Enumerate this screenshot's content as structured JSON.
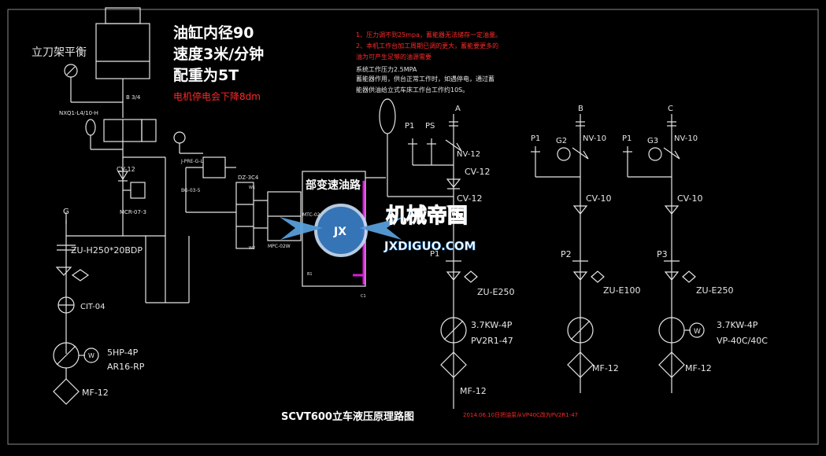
{
  "colors": {
    "background": "#000000",
    "line": "#e6e6e6",
    "red": "#ff2a2a",
    "magenta": "#d81bd8",
    "watermark_blue": "#2a86d6"
  },
  "header": {
    "balance_title": "立刀架平衡",
    "cylinder_bore": "油缸内径90",
    "speed": "速度3米/分钟",
    "counterweight": "配重为5T",
    "motor_note": "电机停电会下降8dm"
  },
  "notes": {
    "note1": "1、压力调不到25mpa，蓄能器无法储存一定油量。",
    "note2": "2、本机工作台加工周期已调的更大，蓄能要更多的",
    "note3": "油为可产生足够的油源需要",
    "note4": "系统工作压力2.5MPA",
    "note5": "蓄能器作用，供台正常工作时，如遇停电，通过蓄",
    "note6": "能器供油给立式车床工作台工作约10S。"
  },
  "left_circuit": {
    "b34": "B 3/4",
    "nxq": "NXQ1-L4/10-H",
    "cv12": "CV-12",
    "mcr": "MCR-07-3",
    "g": "G",
    "filter": "ZU-H250*20BDP",
    "cit": "CIT-04",
    "motor": "5HP-4P",
    "pump": "AR16-RP",
    "mf": "MF-12",
    "small1": "J-PRE-G-L",
    "small2": "BG-03-5",
    "dz": "DZ-3C4",
    "w1": "W1",
    "w2": "W2",
    "mpc": "MPC-02W",
    "mtc": "MTC-02",
    "b1": "B1",
    "c1": "C1",
    "local_oil": "部变速油路",
    "w_icon": "W"
  },
  "branch_a": {
    "label": "A",
    "p1": "P1",
    "ps": "PS",
    "nv": "NV-12",
    "cv_top": "CV-12",
    "cv_bot": "CV-12",
    "p1b": "P1",
    "zu": "ZU-E250",
    "motor": "3.7KW-4P",
    "pump": "PV2R1-47",
    "mf": "MF-12"
  },
  "branch_b": {
    "label": "B",
    "p1": "P1",
    "g2": "G2",
    "nv": "NV-10",
    "cv": "CV-10",
    "p2": "P2",
    "zu": "ZU-E100",
    "mf": "MF-12"
  },
  "branch_c": {
    "label": "C",
    "p1": "P1",
    "g3": "G3",
    "nv": "NV-10",
    "cv": "CV-10",
    "p3": "P3",
    "zu": "ZU-E250",
    "motor": "3.7KW-4P",
    "pump": "VP-40C/40C",
    "mf": "MF-12",
    "w_icon": "W"
  },
  "footer": {
    "title": "SCVT600立车液压原理路图",
    "date_note": "2014.06.10日把油泵从VP40C改为PV2R1-47"
  },
  "watermark": {
    "brand": "机械帝国",
    "domain": "JXDIGUO.COM",
    "logo": "JX"
  }
}
